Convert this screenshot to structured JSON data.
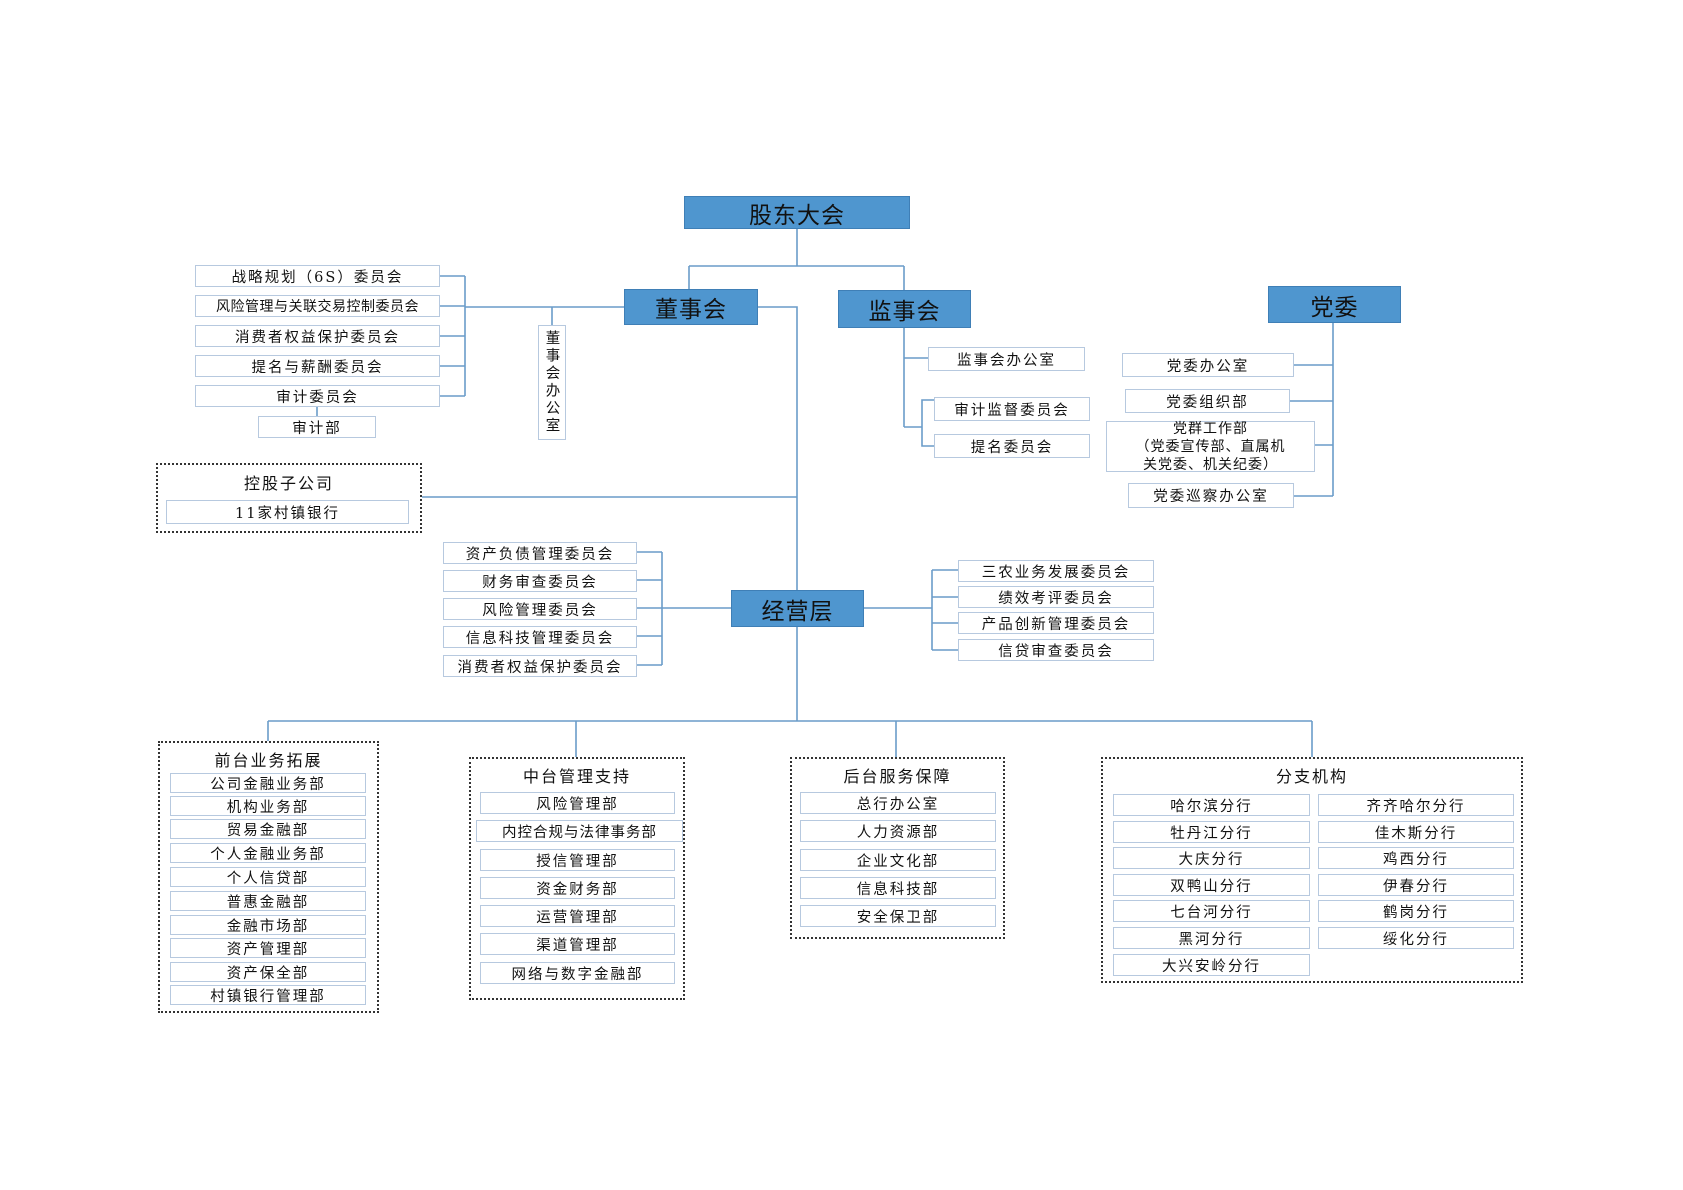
{
  "top": {
    "shareholders": "股东大会",
    "board": "董事会",
    "supervisors": "监事会",
    "party": "党委",
    "management": "经营层"
  },
  "board_committees": [
    "战略规划（6S）委员会",
    "风险管理与关联交易控制委员会",
    "消费者权益保护委员会",
    "提名与薪酬委员会",
    "审计委员会"
  ],
  "audit_dept": "审计部",
  "board_office": "董事会办公室",
  "supervisor_units": [
    "监事会办公室",
    "审计监督委员会",
    "提名委员会"
  ],
  "party_units": [
    "党委办公室",
    "党委组织部",
    "党群工作部",
    "（党委宣传部、直属机",
    "关党委、机关纪委）",
    "党委巡察办公室"
  ],
  "subsidiary": {
    "title": "控股子公司",
    "item": "11家村镇银行"
  },
  "mgmt_left": [
    "资产负债管理委员会",
    "财务审查委员会",
    "风险管理委员会",
    "信息科技管理委员会",
    "消费者权益保护委员会"
  ],
  "mgmt_right": [
    "三农业务发展委员会",
    "绩效考评委员会",
    "产品创新管理委员会",
    "信贷审查委员会"
  ],
  "front": {
    "title": "前台业务拓展",
    "items": [
      "公司金融业务部",
      "机构业务部",
      "贸易金融部",
      "个人金融业务部",
      "个人信贷部",
      "普惠金融部",
      "金融市场部",
      "资产管理部",
      "资产保全部",
      "村镇银行管理部"
    ]
  },
  "middle": {
    "title": "中台管理支持",
    "items": [
      "风险管理部",
      "内控合规与法律事务部",
      "授信管理部",
      "资金财务部",
      "运营管理部",
      "渠道管理部",
      "网络与数字金融部"
    ]
  },
  "back": {
    "title": "后台服务保障",
    "items": [
      "总行办公室",
      "人力资源部",
      "企业文化部",
      "信息科技部",
      "安全保卫部"
    ]
  },
  "branches": {
    "title": "分支机构",
    "left": [
      "哈尔滨分行",
      "牡丹江分行",
      "大庆分行",
      "双鸭山分行",
      "七台河分行",
      "黑河分行",
      "大兴安岭分行"
    ],
    "right": [
      "齐齐哈尔分行",
      "佳木斯分行",
      "鸡西分行",
      "伊春分行",
      "鹤岗分行",
      "绥化分行"
    ]
  },
  "colors": {
    "node_fill": "#4f96cf",
    "line": "#6a9cc9",
    "box_border": "#b7c9df"
  }
}
